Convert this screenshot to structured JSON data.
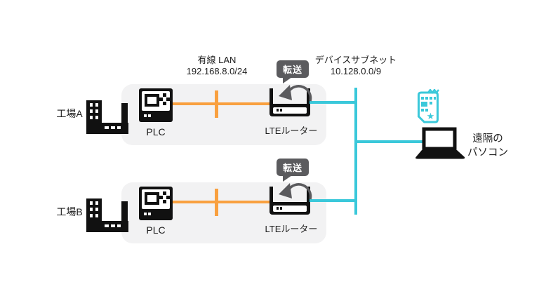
{
  "diagram": {
    "wired_lan": {
      "title": "有線 LAN",
      "subnet": "192.168.8.0/24"
    },
    "device_subnet": {
      "title": "デバイスサブネット",
      "subnet": "10.128.0.0/9"
    },
    "remote_pc": {
      "label_line1": "遠隔の",
      "label_line2": "パソコン"
    },
    "sites": [
      {
        "factory_label": "工場A",
        "plc_label": "PLC",
        "router_label": "LTEルーター",
        "badge": "転送"
      },
      {
        "factory_label": "工場B",
        "plc_label": "PLC",
        "router_label": "LTEルーター",
        "badge": "転送"
      }
    ],
    "colors": {
      "orange": "#F9A03F",
      "cyan": "#3AC8DA",
      "box_gray": "#F2F2F3",
      "badge_gray": "#5B5B5E",
      "black": "#111111"
    }
  }
}
